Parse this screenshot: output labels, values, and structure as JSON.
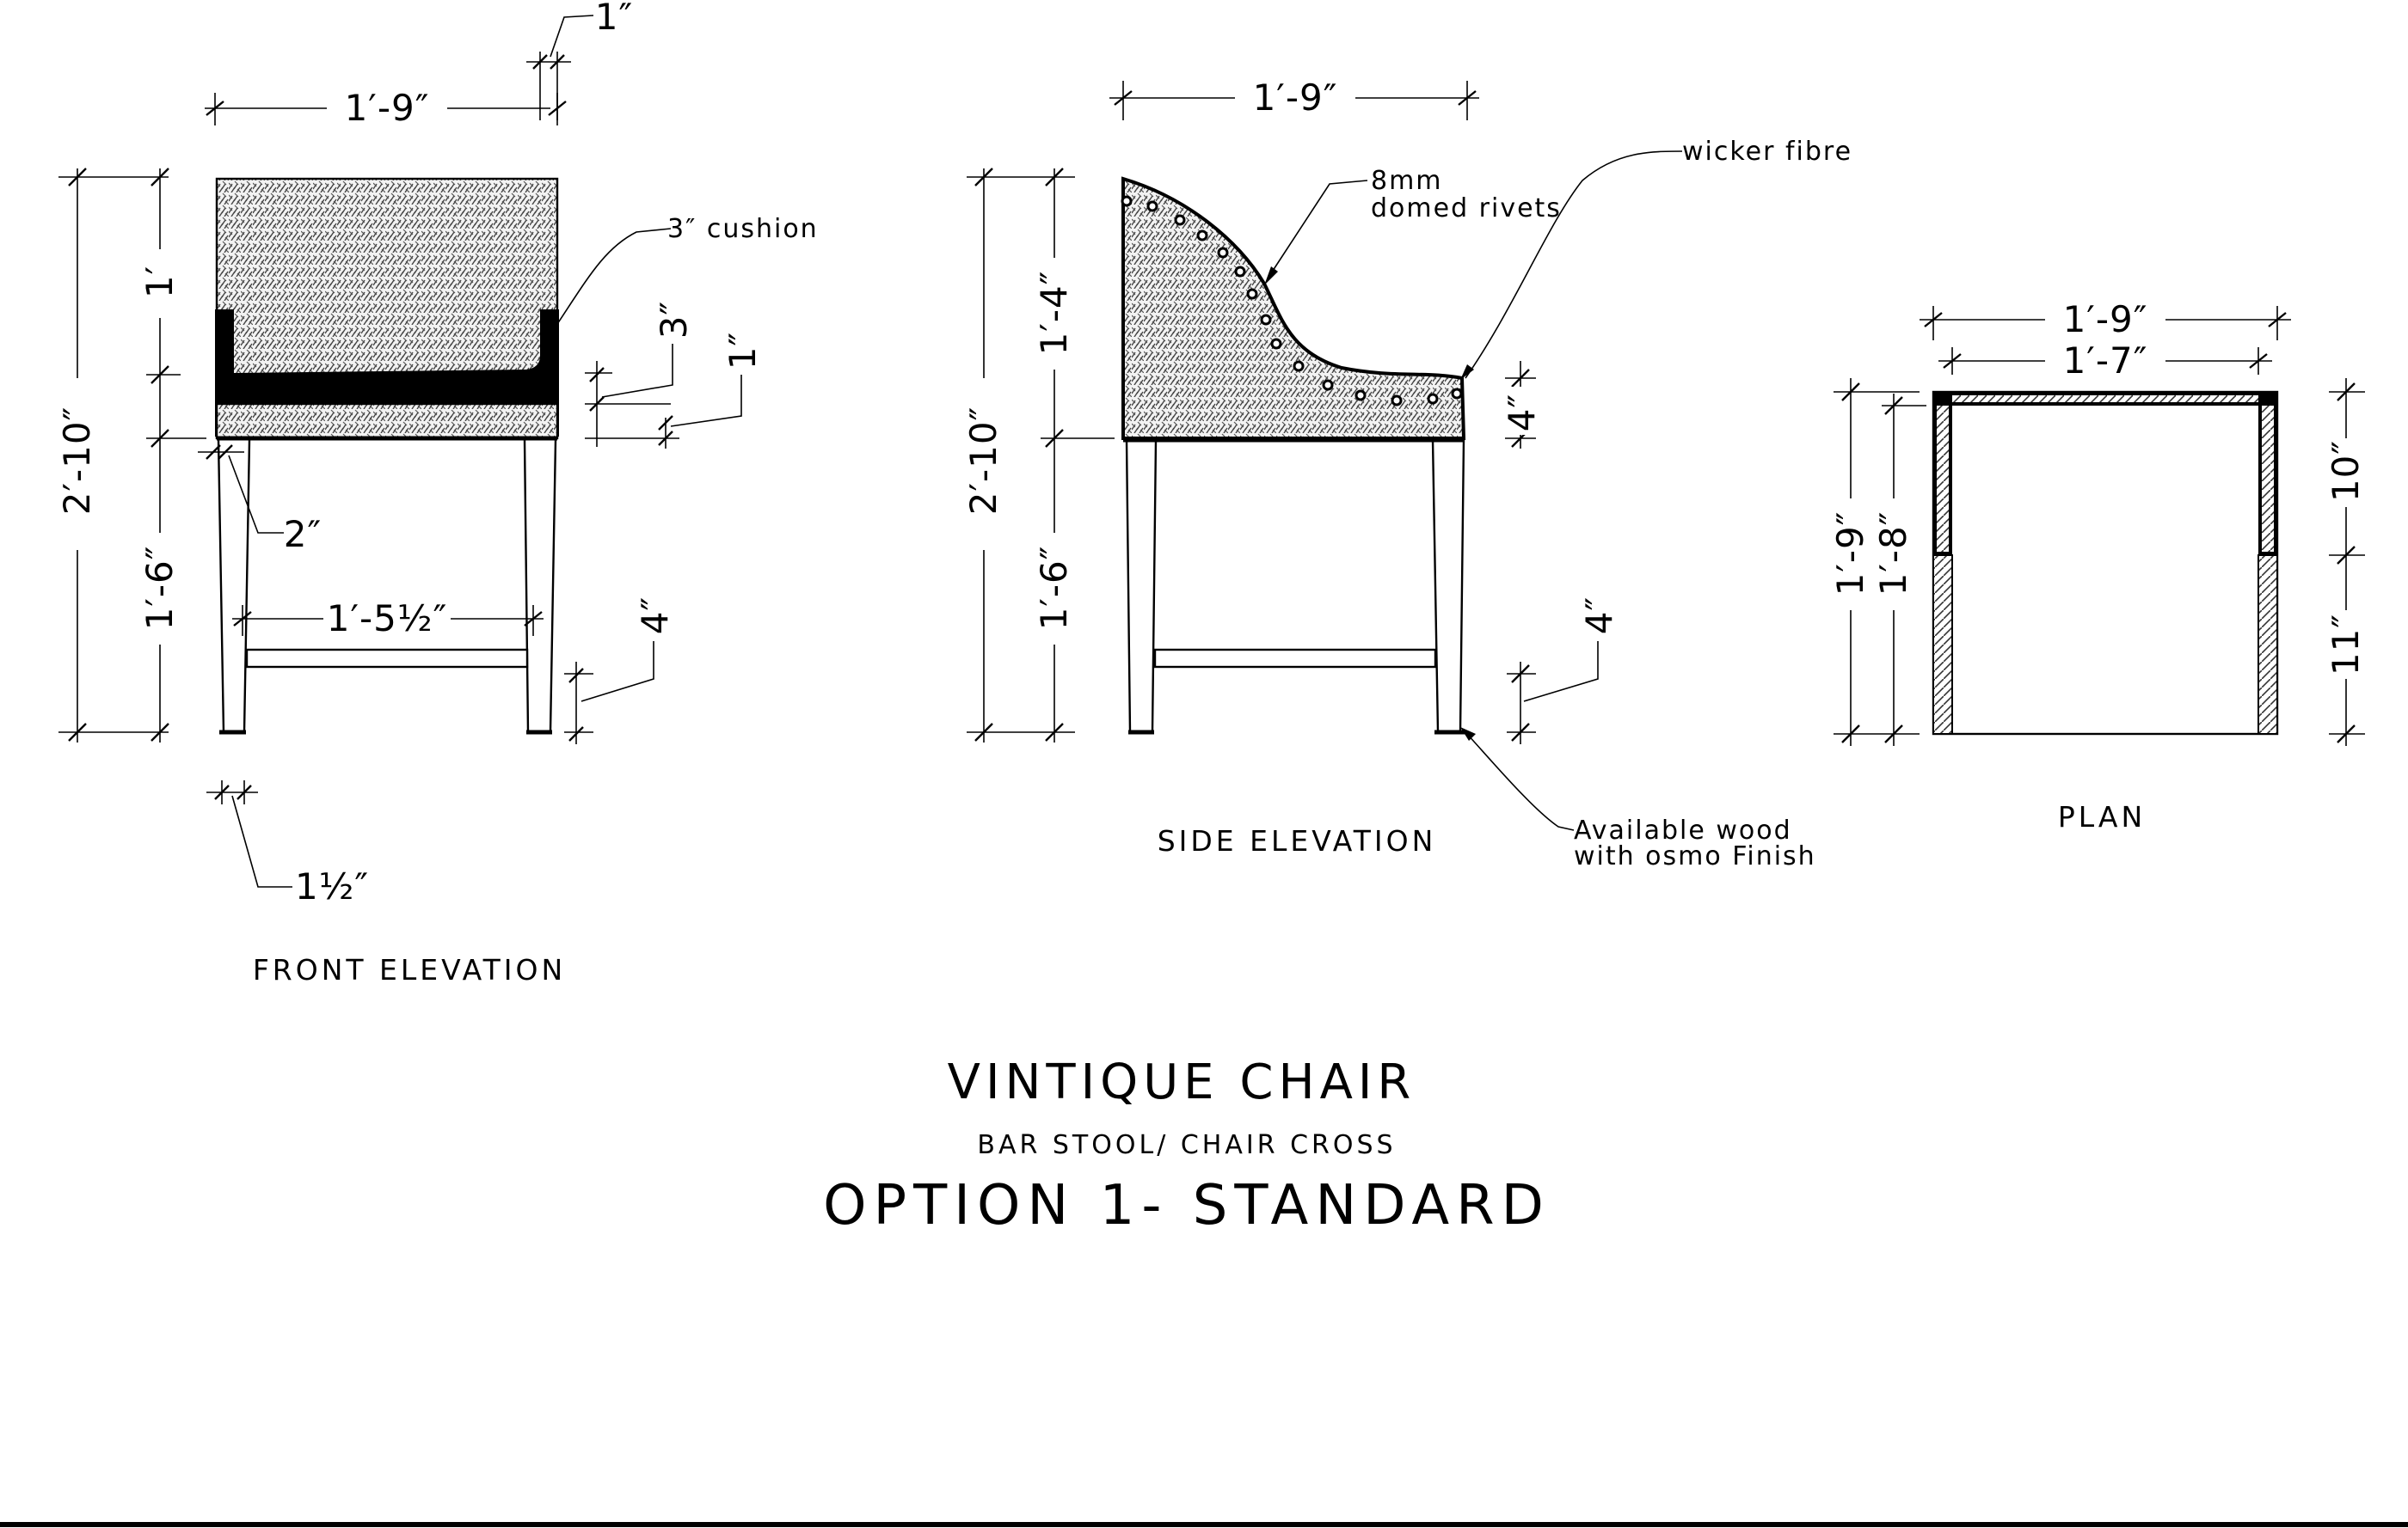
{
  "title_block": {
    "title": "VINTIQUE CHAIR",
    "subtitle": "BAR STOOL/ CHAIR CROSS",
    "option": "OPTION 1- STANDARD"
  },
  "views": {
    "front": {
      "caption": "FRONT ELEVATION",
      "dims": {
        "top_width": "1′-9″",
        "arm_thickness": "1″",
        "overall_height": "2′-10″",
        "back_height": "1′",
        "seat_height": "1′-6″",
        "cushion_thickness": "3″",
        "seat_frame": "1″",
        "leg_offset": "2″",
        "inner_width": "1′-5½″",
        "rail_height": "4″",
        "leg_width": "1½″"
      },
      "notes": {
        "cushion": "3″ cushion"
      }
    },
    "side": {
      "caption": "SIDE ELEVATION",
      "dims": {
        "depth": "1′-9″",
        "overall_height": "2′-10″",
        "back_height": "1′-4″",
        "seat_height": "1′-6″",
        "front_seat": "4″",
        "rail_height": "4″"
      },
      "notes": {
        "rivets_line1": "8mm",
        "rivets_line2": "domed rivets",
        "wicker": "wicker fibre",
        "wood_line1": "Available wood",
        "wood_line2": "with osmo Finish"
      }
    },
    "plan": {
      "caption": "PLAN",
      "dims": {
        "outer_width": "1′-9″",
        "inner_width": "1′-7″",
        "outer_depth": "1′-9″",
        "inner_depth": "1′-8″",
        "arm_depth": "10″",
        "open_depth": "11″"
      }
    }
  }
}
